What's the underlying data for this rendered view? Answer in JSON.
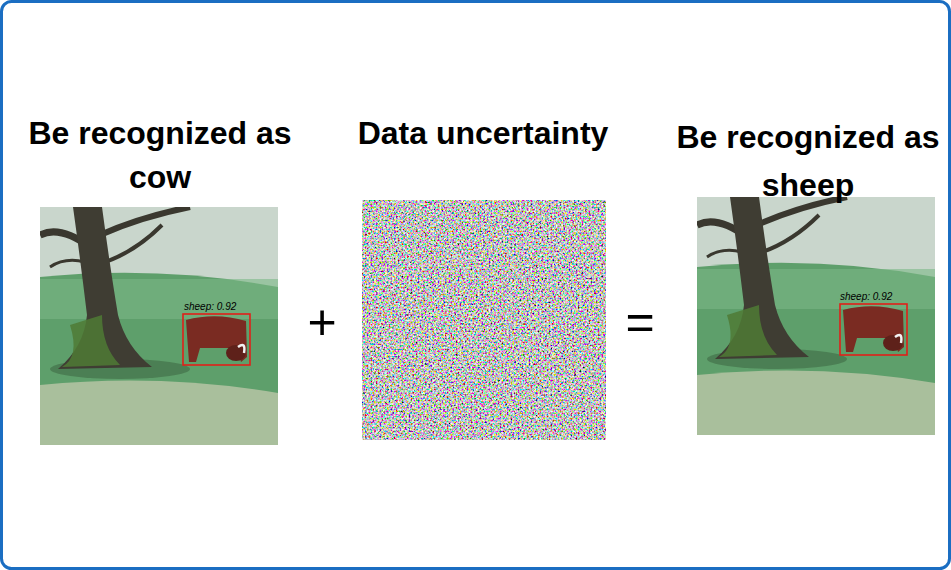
{
  "diagram": {
    "nodes": [
      {
        "text": [
          "Be recognized as cow"
        ]
      },
      {
        "text": [
          "Data uncertainty"
        ]
      },
      {
        "text": [
          "Be recognized as sheep"
        ]
      }
    ],
    "labels": [
      "sheep: 0.92",
      "+",
      "=",
      "sheep: 0.92"
    ]
  }
}
